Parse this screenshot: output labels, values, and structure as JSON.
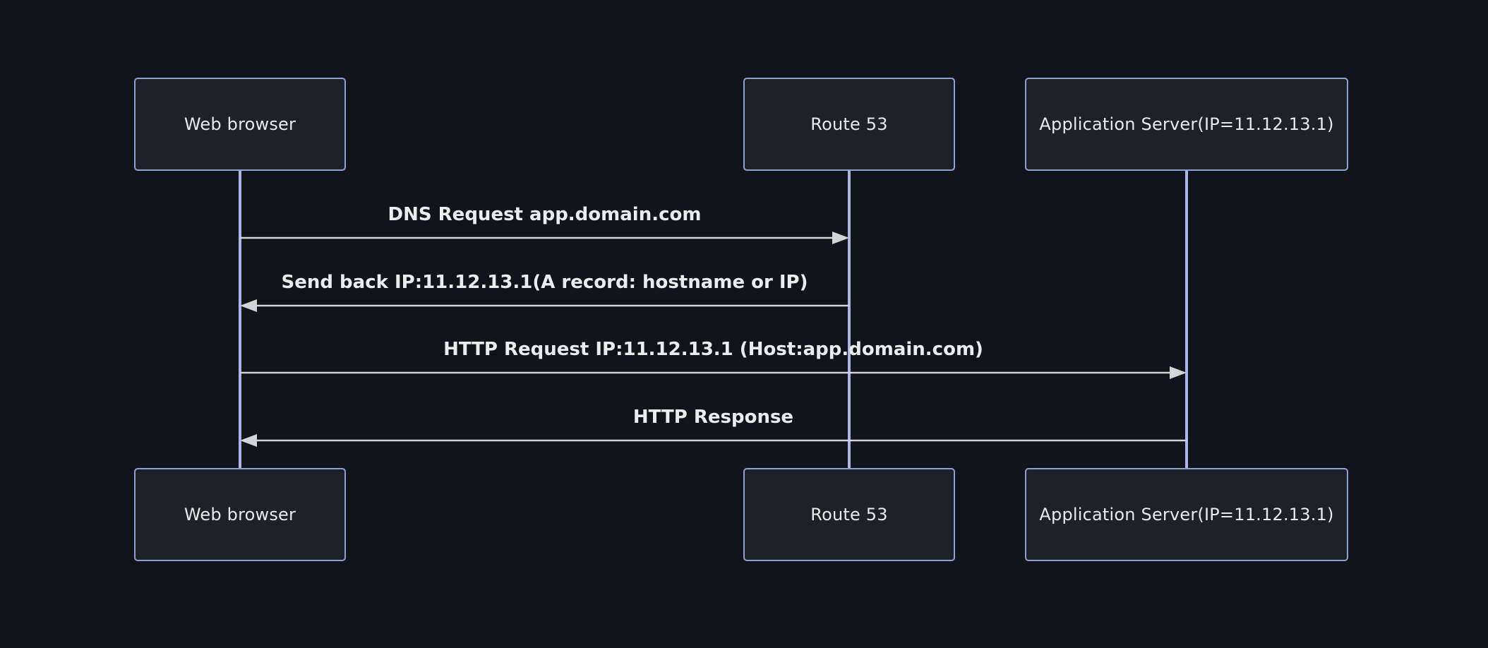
{
  "diagram": {
    "type": "sequence",
    "actors": [
      {
        "id": "web-browser",
        "label": "Web browser"
      },
      {
        "id": "route-53",
        "label": "Route 53"
      },
      {
        "id": "application-server",
        "label": "Application Server(IP=11.12.13.1)"
      }
    ],
    "messages": [
      {
        "from": "Web browser",
        "to": "Route 53",
        "direction": "right",
        "label": "DNS Request app.domain.com"
      },
      {
        "from": "Route 53",
        "to": "Web browser",
        "direction": "left",
        "label": "Send back IP:11.12.13.1(A record: hostname or IP)"
      },
      {
        "from": "Web browser",
        "to": "Application Server",
        "direction": "right",
        "label": "HTTP Request IP:11.12.13.1 (Host:app.domain.com)"
      },
      {
        "from": "Application Server",
        "to": "Web browser",
        "direction": "left",
        "label": "HTTP Response"
      }
    ],
    "colors": {
      "background": "#11141a",
      "actor_fill": "#1e2127",
      "actor_border": "#8aa2d6",
      "lifeline": "#a9b7e6",
      "arrow": "#d4d4d4",
      "text": "#ececec"
    }
  }
}
